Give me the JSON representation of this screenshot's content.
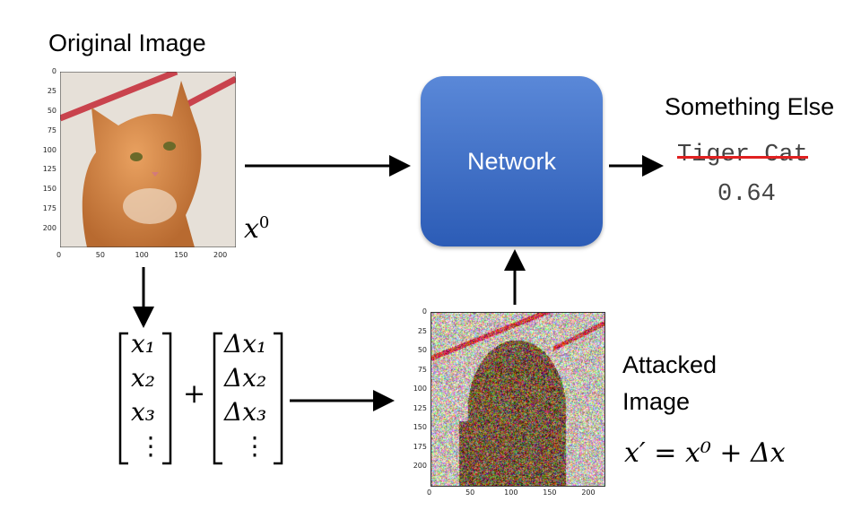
{
  "original": {
    "title": "Original Image",
    "symbol": "x",
    "superscript": "0"
  },
  "plot_ticks": {
    "y": [
      "0",
      "25",
      "50",
      "75",
      "100",
      "125",
      "150",
      "175",
      "200"
    ],
    "x": [
      "0",
      "50",
      "100",
      "150",
      "200"
    ]
  },
  "network": {
    "label": "Network"
  },
  "output": {
    "title": "Something Else",
    "struck_label": "Tiger Cat",
    "score": "0.64"
  },
  "matrix_x": [
    "x₁",
    "x₂",
    "x₃",
    "⋮"
  ],
  "matrix_dx": [
    "Δx₁",
    "Δx₂",
    "Δx₃",
    "⋮"
  ],
  "plus": "+",
  "attacked": {
    "title_line1": "Attacked",
    "title_line2": "Image",
    "formula": "x′ = x⁰ + Δx"
  },
  "colors": {
    "network_top": "#5a88d8",
    "network_bottom": "#2c5cb6",
    "strike": "#e02020"
  }
}
